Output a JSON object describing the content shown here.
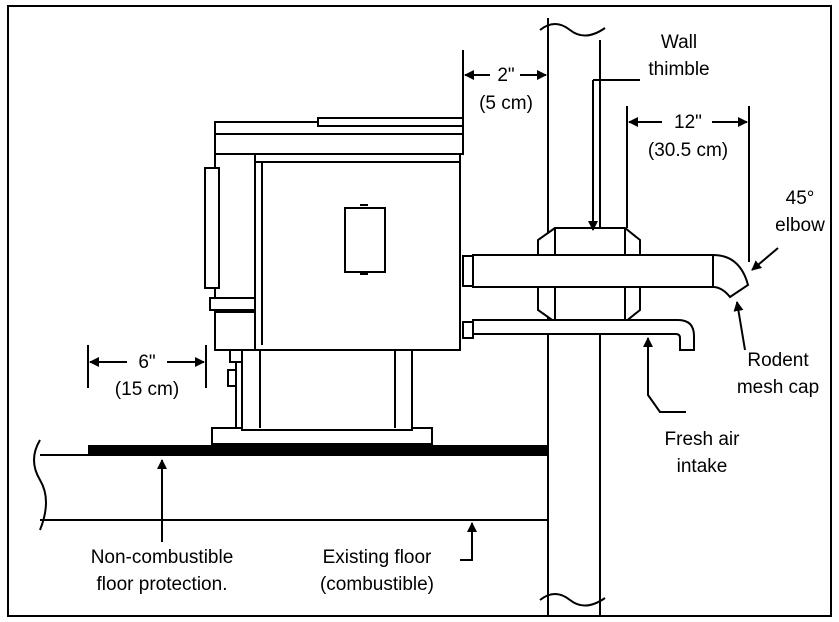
{
  "labels": {
    "wall_thimble_1": "Wall",
    "wall_thimble_2": "thimble",
    "clear_2in_1": "2\"",
    "clear_2in_2": "(5 cm)",
    "clear_12in_1": "12\"",
    "clear_12in_2": "(30.5 cm)",
    "elbow_1": "45°",
    "elbow_2": "elbow",
    "rodent_1": "Rodent",
    "rodent_2": "mesh cap",
    "fresh_1": "Fresh air",
    "fresh_2": "intake",
    "clear_6in_1": "6\"",
    "clear_6in_2": "(15 cm)",
    "noncomb_1": "Non-combustible",
    "noncomb_2": "floor protection.",
    "existing_1": "Existing floor",
    "existing_2": "(combustible)"
  }
}
